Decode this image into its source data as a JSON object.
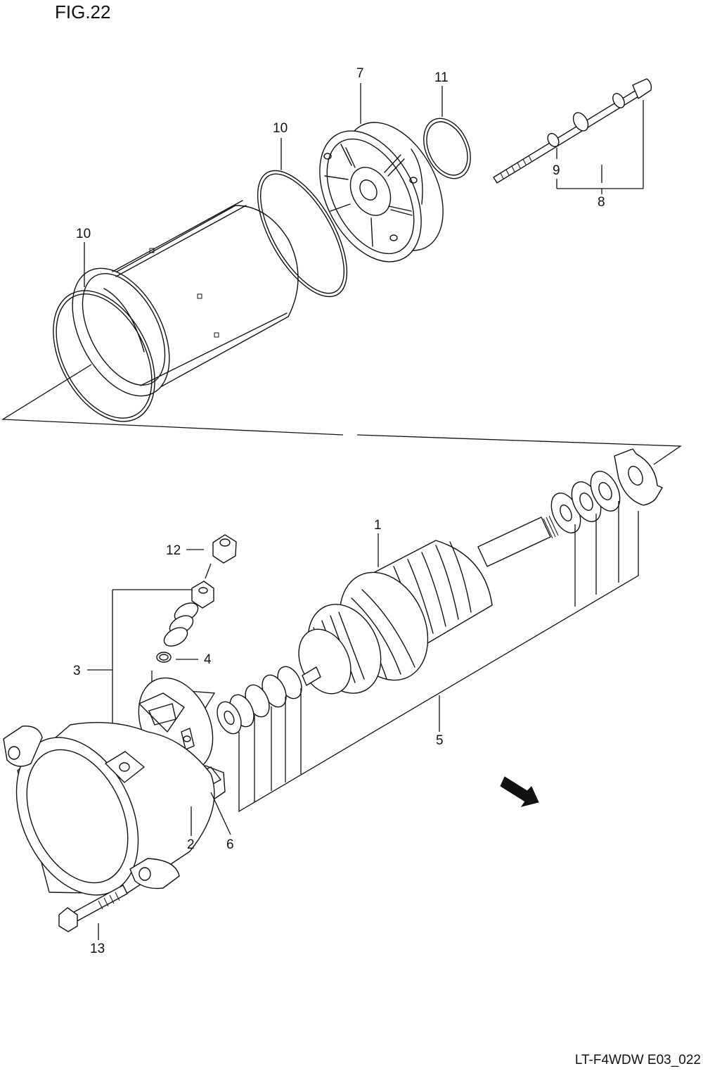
{
  "figure": {
    "title": "FIG.22",
    "drawing_code": "LT-F4WDW E03_022",
    "direction_badge": "FWD"
  },
  "callouts": [
    {
      "id": "c1",
      "label": "1"
    },
    {
      "id": "c2",
      "label": "2"
    },
    {
      "id": "c3",
      "label": "3"
    },
    {
      "id": "c4",
      "label": "4"
    },
    {
      "id": "c5",
      "label": "5"
    },
    {
      "id": "c6",
      "label": "6"
    },
    {
      "id": "c7",
      "label": "7"
    },
    {
      "id": "c8",
      "label": "8"
    },
    {
      "id": "c9",
      "label": "9"
    },
    {
      "id": "c10a",
      "label": "10"
    },
    {
      "id": "c10b",
      "label": "10"
    },
    {
      "id": "c11",
      "label": "11"
    },
    {
      "id": "c12",
      "label": "12"
    },
    {
      "id": "c13",
      "label": "13"
    }
  ]
}
